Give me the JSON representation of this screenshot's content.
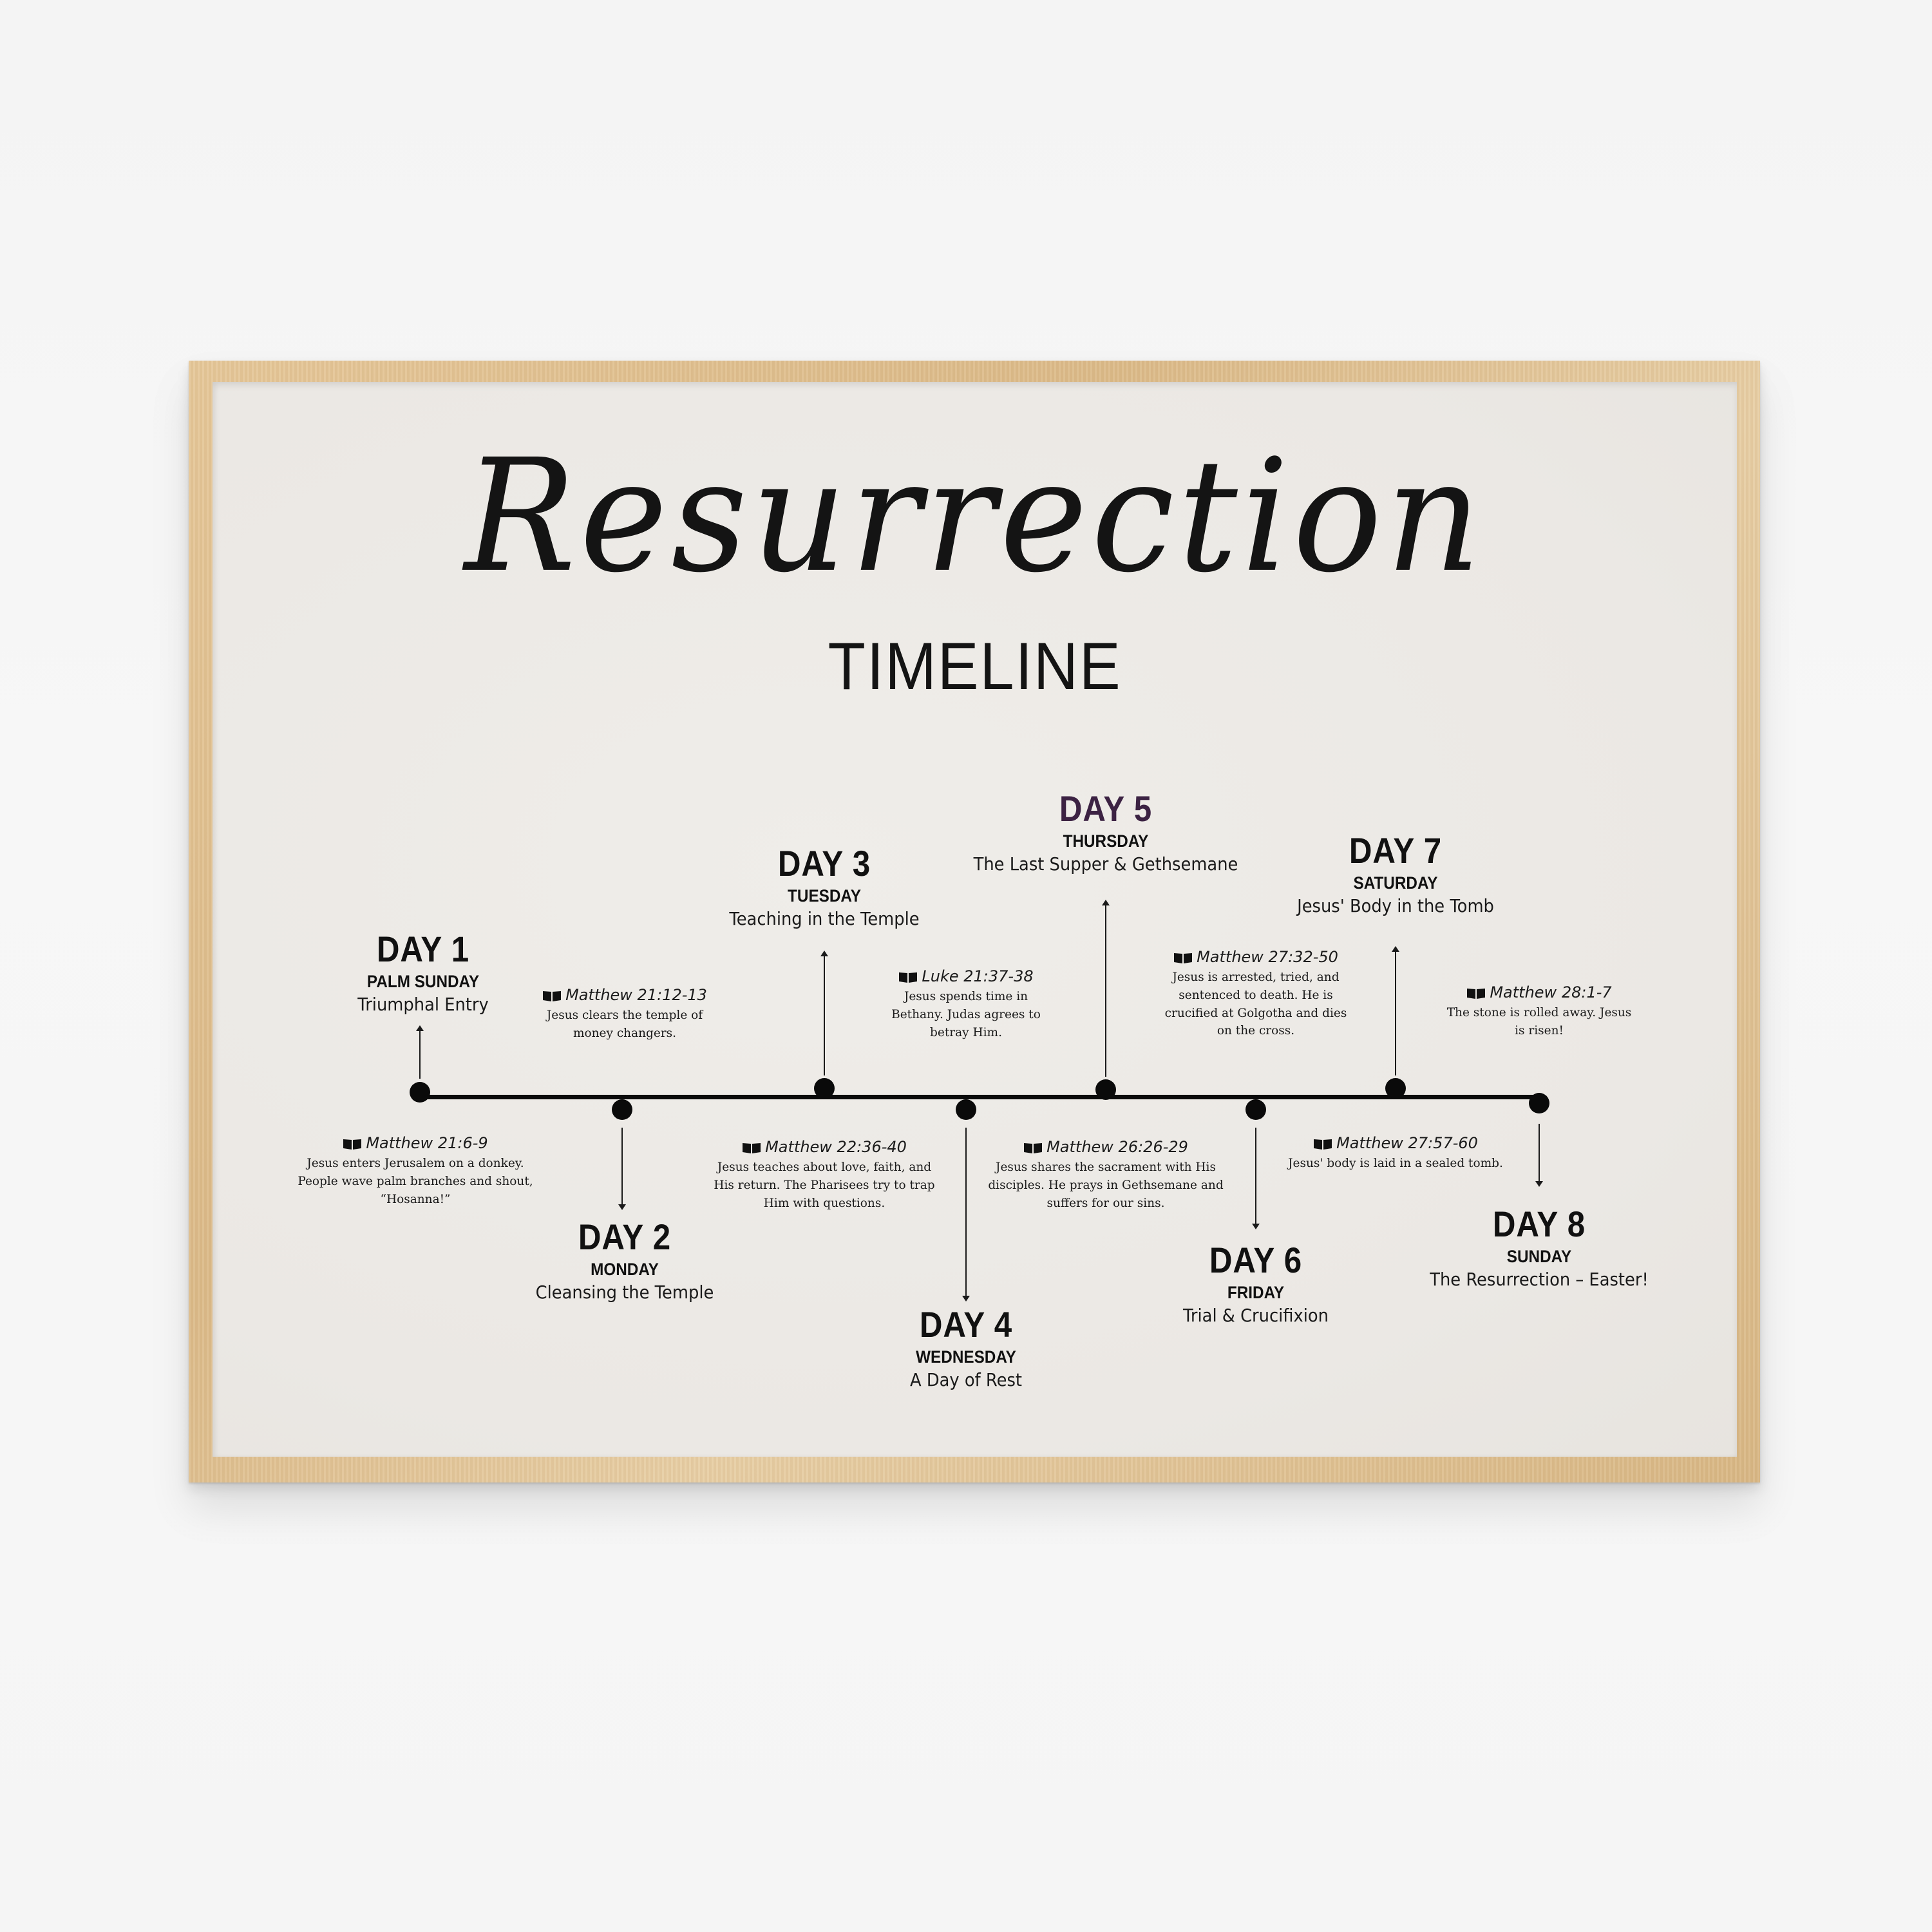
{
  "poster": {
    "title_script": "Resurrection",
    "title_sub": "TIMELINE",
    "accent_color": "#3c2243",
    "frame_color": "#e2c494",
    "paper_color": "#ece9e5"
  },
  "days": [
    {
      "label": "DAY 1",
      "weekday": "PALM SUNDAY",
      "event": "Triumphal Entry"
    },
    {
      "label": "DAY 2",
      "weekday": "MONDAY",
      "event": "Cleansing the Temple"
    },
    {
      "label": "DAY 3",
      "weekday": "TUESDAY",
      "event": "Teaching in the Temple"
    },
    {
      "label": "DAY 4",
      "weekday": "WEDNESDAY",
      "event": "A Day of Rest"
    },
    {
      "label": "DAY 5",
      "weekday": "THURSDAY",
      "event": "The Last Supper & Gethsemane"
    },
    {
      "label": "DAY 6",
      "weekday": "FRIDAY",
      "event": "Trial & Crucifixion"
    },
    {
      "label": "DAY 7",
      "weekday": "SATURDAY",
      "event": "Jesus' Body in the Tomb"
    },
    {
      "label": "DAY 8",
      "weekday": "SUNDAY",
      "event": "The Resurrection – Easter!"
    }
  ],
  "notes": [
    {
      "ref": "Matthew 21:6-9",
      "text": "Jesus enters Jerusalem on a donkey. People wave palm branches and shout, “Hosanna!”"
    },
    {
      "ref": "Matthew 21:12-13",
      "text": "Jesus clears the temple of money changers."
    },
    {
      "ref": "Matthew 22:36-40",
      "text": "Jesus teaches about love, faith, and His return. The Pharisees try to trap Him with questions."
    },
    {
      "ref": "Luke 21:37-38",
      "text": "Jesus spends time in Bethany. Judas agrees to betray Him."
    },
    {
      "ref": "Matthew 26:26-29",
      "text": "Jesus shares the sacrament with His disciples. He prays in Gethsemane and suffers for our sins."
    },
    {
      "ref": "Matthew 27:32-50",
      "text": "Jesus is arrested, tried, and sentenced to death. He is crucified at Golgotha and dies on the cross."
    },
    {
      "ref": "Matthew 27:57-60",
      "text": "Jesus' body is laid in a sealed tomb."
    },
    {
      "ref": "Matthew 28:1-7",
      "text": "The stone is rolled away. Jesus is risen!"
    }
  ]
}
